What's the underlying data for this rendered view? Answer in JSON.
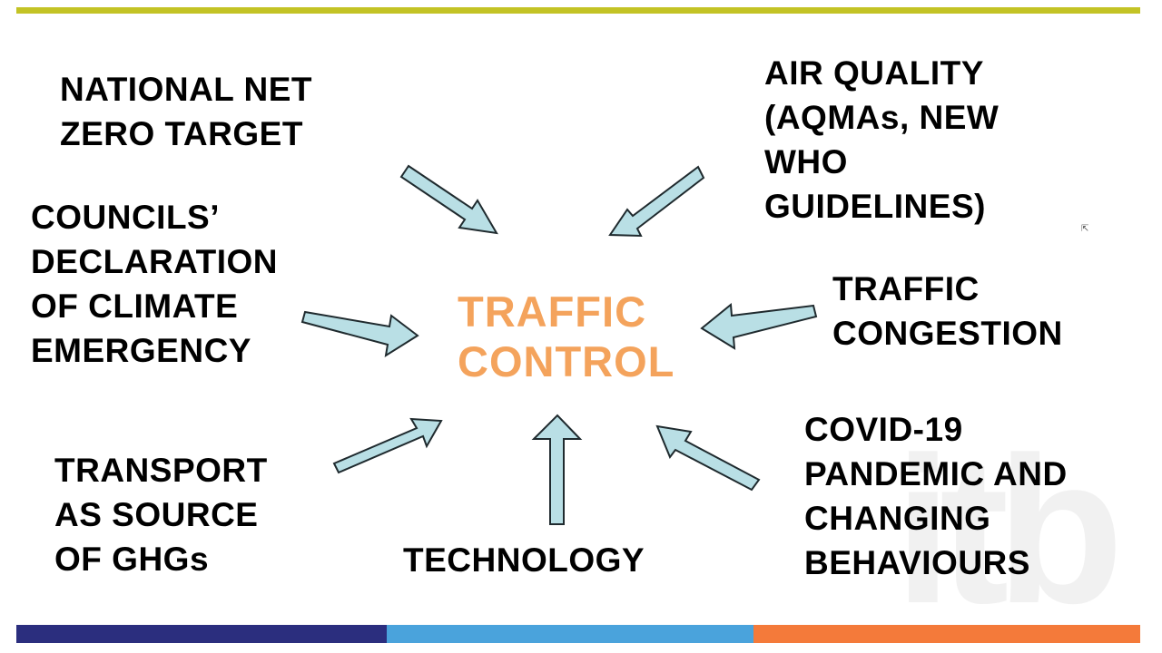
{
  "center": {
    "text": "TRAFFIC\nCONTROL"
  },
  "factors": {
    "net_zero": "NATIONAL NET\nZERO TARGET",
    "air_quality": "AIR QUALITY\n(AQMAs, NEW\nWHO\nGUIDELINES)",
    "climate_emergency": "COUNCILS’\nDECLARATION\nOF CLIMATE\nEMERGENCY",
    "congestion": "TRAFFIC\nCONGESTION",
    "transport_ghg": "TRANSPORT\nAS SOURCE\nOF GHGs",
    "technology": "TECHNOLOGY",
    "covid": "COVID-19\nPANDEMIC AND\nCHANGING\nBEHAVIOURS"
  },
  "colors": {
    "center_text": "#f4a35c",
    "arrow_fill": "#b9dfe5",
    "top_bar": "#c3c325",
    "bottom_bar": [
      "#2b2e7e",
      "#4aa3dc",
      "#f47a3a"
    ]
  },
  "watermark": {
    "icon": "itb-logo-watermark"
  }
}
